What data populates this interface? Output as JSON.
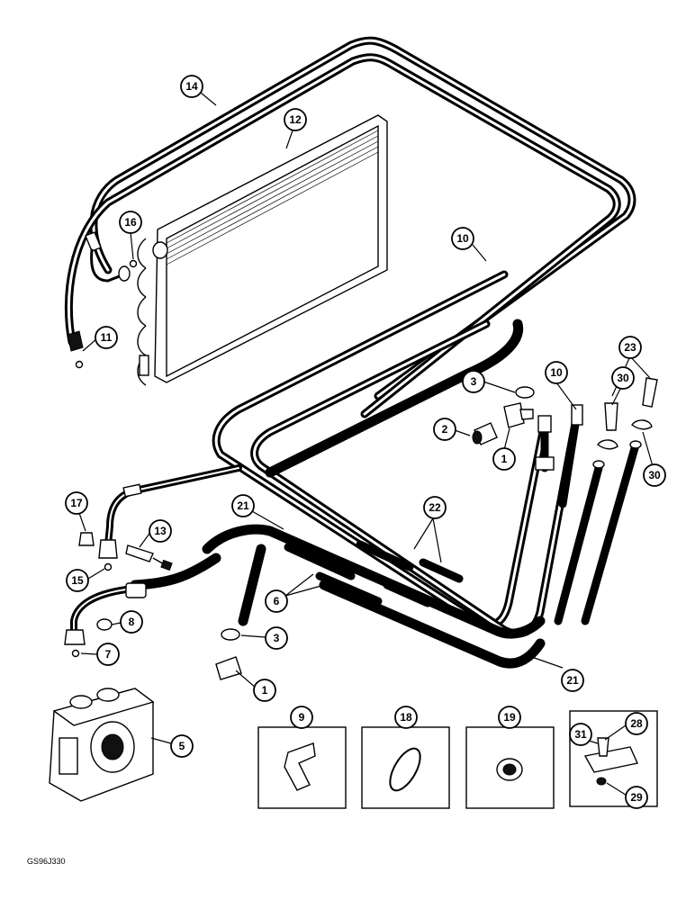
{
  "drawing_code": "GS96J330",
  "callouts": [
    {
      "id": "c14",
      "label": "14"
    },
    {
      "id": "c12",
      "label": "12"
    },
    {
      "id": "c16",
      "label": "16"
    },
    {
      "id": "c10a",
      "label": "10"
    },
    {
      "id": "c11",
      "label": "11"
    },
    {
      "id": "c23",
      "label": "23"
    },
    {
      "id": "c3a",
      "label": "3"
    },
    {
      "id": "c10b",
      "label": "10"
    },
    {
      "id": "c30a",
      "label": "30"
    },
    {
      "id": "c2",
      "label": "2"
    },
    {
      "id": "c1a",
      "label": "1"
    },
    {
      "id": "c30b",
      "label": "30"
    },
    {
      "id": "c17",
      "label": "17"
    },
    {
      "id": "c21a",
      "label": "21"
    },
    {
      "id": "c22",
      "label": "22"
    },
    {
      "id": "c13",
      "label": "13"
    },
    {
      "id": "c15",
      "label": "15"
    },
    {
      "id": "c6",
      "label": "6"
    },
    {
      "id": "c8",
      "label": "8"
    },
    {
      "id": "c3b",
      "label": "3"
    },
    {
      "id": "c7",
      "label": "7"
    },
    {
      "id": "c1b",
      "label": "1"
    },
    {
      "id": "c21b",
      "label": "21"
    },
    {
      "id": "c5",
      "label": "5"
    },
    {
      "id": "c9",
      "label": "9"
    },
    {
      "id": "c18",
      "label": "18"
    },
    {
      "id": "c19",
      "label": "19"
    },
    {
      "id": "c28",
      "label": "28"
    },
    {
      "id": "c31",
      "label": "31"
    },
    {
      "id": "c29",
      "label": "29"
    }
  ]
}
